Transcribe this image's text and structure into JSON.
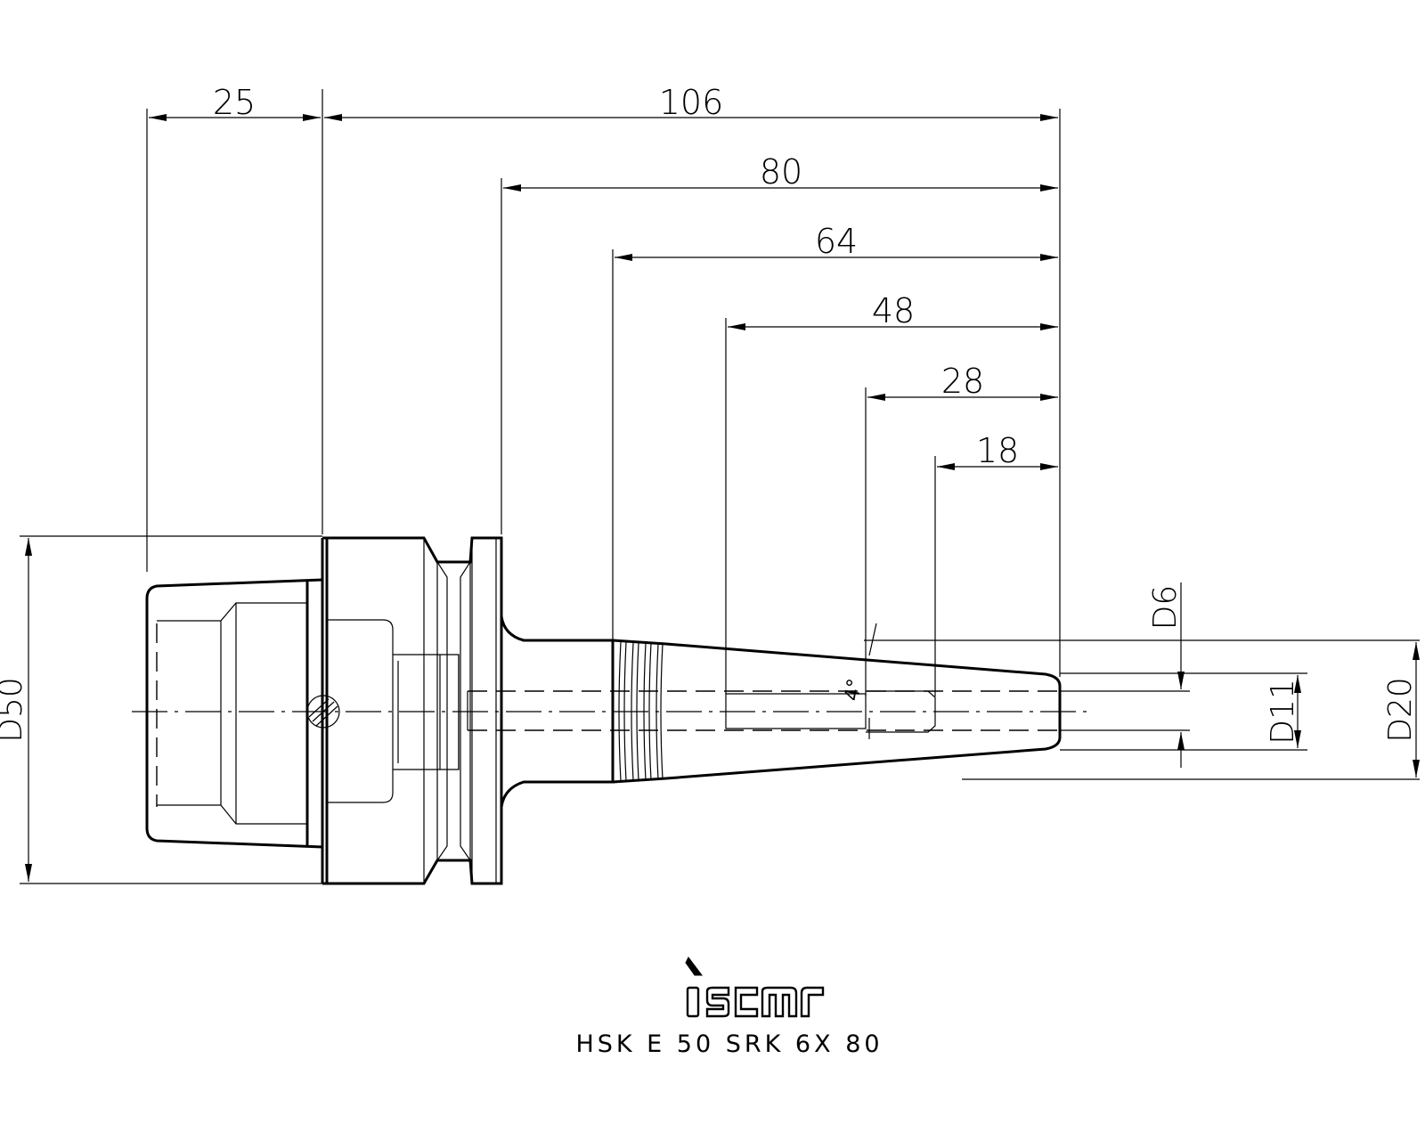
{
  "drawing": {
    "dimensions": {
      "d25": "25",
      "d106": "106",
      "d80": "80",
      "d64": "64",
      "d48": "48",
      "d28": "28",
      "d18": "18",
      "D50": "D50",
      "D6": "D6",
      "D11": "D11",
      "D20": "D20",
      "angle": "4°"
    },
    "brand": "iscar",
    "caption": "HSK E 50 SRK 6X 80"
  }
}
